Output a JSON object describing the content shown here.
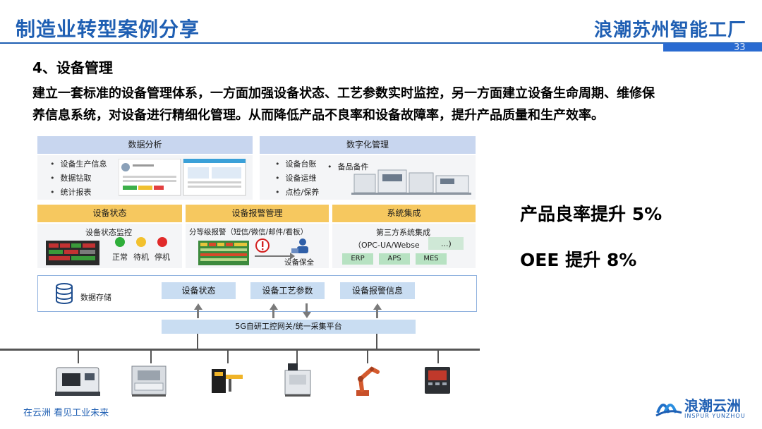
{
  "header": {
    "title": "制造业转型案例分享",
    "brand": "浪潮苏州智能工厂",
    "page_number": "33"
  },
  "section": {
    "title": "4、设备管理",
    "intro_line1": "建立一套标准的设备管理体系，一方面加强设备状态、工艺参数实时监控，另一方面建立设备生命周期、维修保",
    "intro_line2": "养信息系统，对设备进行精细化管理。从而降低产品不良率和设备故障率，提升产品质量和生产效率。"
  },
  "diagram": {
    "data_analysis": {
      "title": "数据分析",
      "items": [
        "设备生产信息",
        "数据钻取",
        "统计报表"
      ]
    },
    "digital_mgmt": {
      "title": "数字化管理",
      "items": [
        "设备台账",
        "设备运维",
        "点检/保养"
      ],
      "extra": "备品备件"
    },
    "equipment_status": {
      "title": "设备状态",
      "subtitle": "设备状态监控",
      "legend": [
        {
          "label": "正常",
          "color": "#2fae3a"
        },
        {
          "label": "待机",
          "color": "#f2c12e"
        },
        {
          "label": "停机",
          "color": "#e12a2a"
        }
      ]
    },
    "alarm_mgmt": {
      "title": "设备报警管理",
      "subtitle": "分等级报警（短信/微信/邮件/看板）",
      "maintenance": "设备保全"
    },
    "system_integration": {
      "title": "系统集成",
      "subtitle": "第三方系统集成",
      "protocol": "（OPC-UA/Webse",
      "protocol_tail": "...)",
      "systems": [
        "ERP",
        "APS",
        "MES"
      ]
    },
    "storage": {
      "label": "数据存储",
      "boxes": [
        "设备状态",
        "设备工艺参数",
        "设备报警信息"
      ]
    },
    "gateway": "5G自研工控网关/统一采集平台"
  },
  "results": {
    "yield": "产品良率提升  5%",
    "oee": "OEE 提升 8%"
  },
  "footer": {
    "slogan": "在云洲   看见工业未来",
    "logo_cn": "浪潮云洲",
    "logo_en": "INSPUR YUNZHOU"
  }
}
